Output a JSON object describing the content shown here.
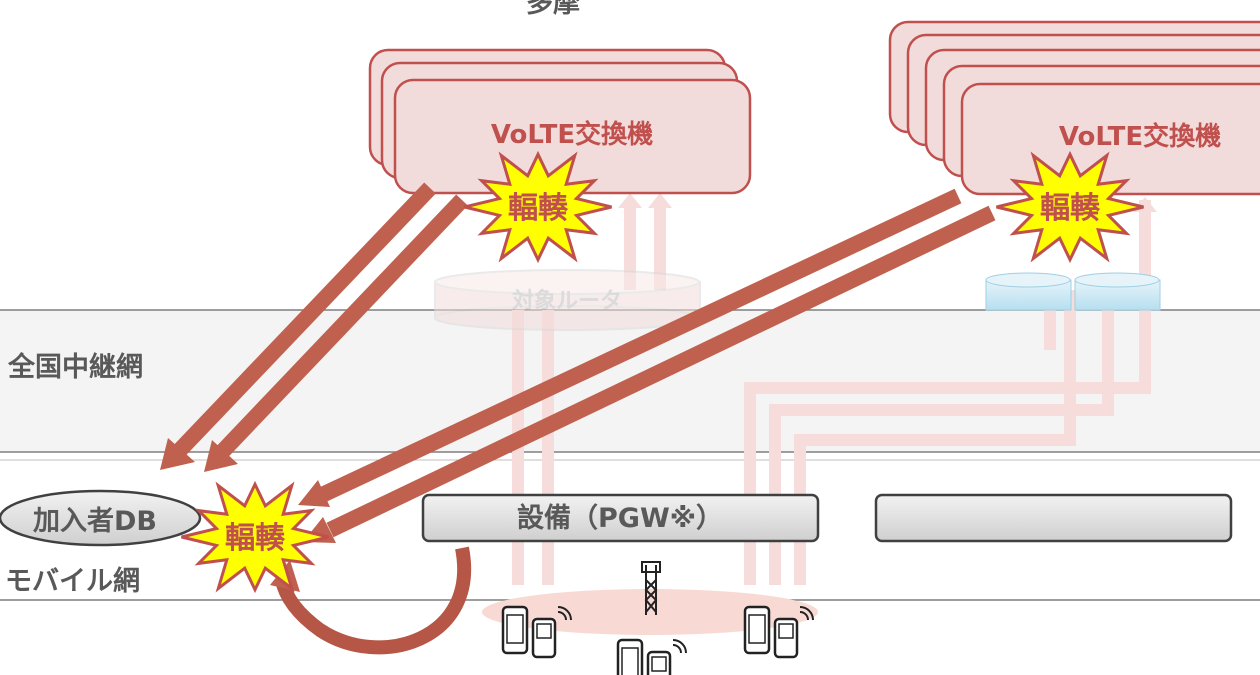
{
  "title": "多摩",
  "labels": {
    "relay_network": "全国中継網",
    "mobile_network": "モバイル網",
    "subscriber_db": "加入者DB",
    "pgw": "設備（PGW※）",
    "target_router": "対象ルータ"
  },
  "switches": [
    {
      "label": "VoLTE交換機"
    },
    {
      "label": "VoLTE交換機"
    }
  ],
  "congestion": [
    "輻輳",
    "輻輳",
    "輻輳"
  ],
  "colors": {
    "accent": "#c0504d",
    "burst_fill": "#ffff00",
    "switch_fill": "#f2dcdb",
    "band": "#f4f4f4"
  }
}
